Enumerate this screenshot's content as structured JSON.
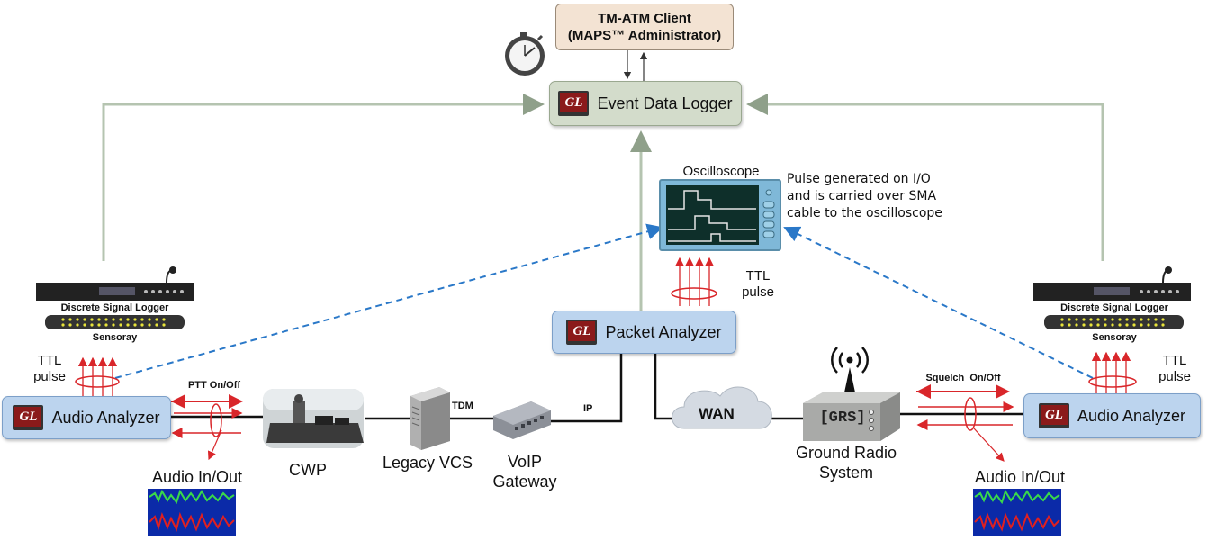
{
  "nodes": {
    "tm_atm_client": {
      "line1": "TM-ATM Client",
      "line2": "(MAPS™ Administrator)"
    },
    "event_data_logger": "Event Data Logger",
    "packet_analyzer": "Packet Analyzer",
    "audio_analyzer_left": "Audio Analyzer",
    "audio_analyzer_right": "Audio Analyzer",
    "oscilloscope": "Oscilloscope",
    "cwp": "CWP",
    "legacy_vcs": "Legacy VCS",
    "voip_gateway": {
      "line1": "VoIP",
      "line2": "Gateway"
    },
    "wan": "WAN",
    "ground_radio_system": {
      "line1": "Ground Radio",
      "line2": "System"
    },
    "grs_badge": "[GRS]",
    "gl_logo": "GL"
  },
  "devices": {
    "left": {
      "logger_label": "Discrete Signal Logger",
      "sensor_label": "Sensoray"
    },
    "right": {
      "logger_label": "Discrete Signal Logger",
      "sensor_label": "Sensoray"
    }
  },
  "labels": {
    "ttl_pulse_left": {
      "line1": "TTL",
      "line2": "pulse"
    },
    "ttl_pulse_center": {
      "line1": "TTL",
      "line2": "pulse"
    },
    "ttl_pulse_right": {
      "line1": "TTL",
      "line2": "pulse"
    },
    "ptt": "PTT On/Off",
    "squelch": "Squelch  On/Off",
    "tdm": "TDM",
    "ip": "IP",
    "audio_in_out_left": "Audio In/Out",
    "audio_in_out_right": "Audio In/Out"
  },
  "annotation": {
    "line1": "Pulse generated on I/O",
    "line2": "and is carried over SMA",
    "line3": "cable to the oscilloscope"
  },
  "colors": {
    "connector": "#b5c4b0",
    "link": "#111111",
    "signal": "#d9262a",
    "dashed": "#2a78c8",
    "node_blue": "#bcd4ee",
    "node_green": "#d3dccb",
    "node_tan": "#f3e3d3"
  },
  "icons": {
    "timer": "stopwatch-icon",
    "antenna": "antenna-icon",
    "cloud": "cloud-icon",
    "laptop": "laptop-icon"
  }
}
